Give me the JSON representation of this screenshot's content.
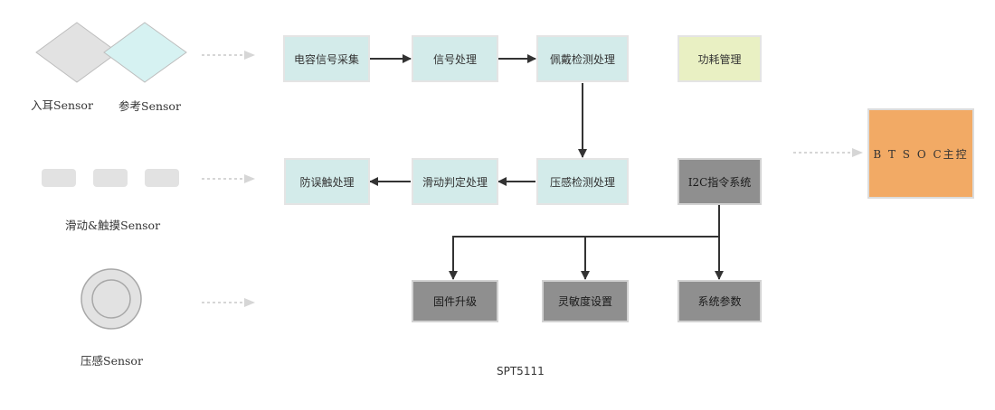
{
  "sensors": {
    "in_ear": "入耳Sensor",
    "reference": "参考Sensor",
    "slide_touch": "滑动&触摸Sensor",
    "pressure": "压感Sensor"
  },
  "process": {
    "capacitive_capture": "电容信号采集",
    "signal_processing": "信号处理",
    "wear_detection": "佩戴检测处理",
    "power_management": "功耗管理",
    "anti_mistouch": "防误触处理",
    "slide_judgment": "滑动判定处理",
    "pressure_detection": "压感检测处理",
    "i2c_command_system": "I2C指令系统",
    "firmware_upgrade": "固件升级",
    "sensitivity_setting": "灵敏度设置",
    "system_parameters": "系统参数"
  },
  "host": {
    "label": "B T S O C主控"
  },
  "chip": {
    "label": "SPT5111"
  },
  "colors": {
    "teal_box": "#d3ebea",
    "yellow_box": "#e9f0c3",
    "gray_box": "#8f8f8f",
    "orange_box": "#f2aa65",
    "arrow": "#333333",
    "dotted_arrow": "#d6d6d6"
  }
}
